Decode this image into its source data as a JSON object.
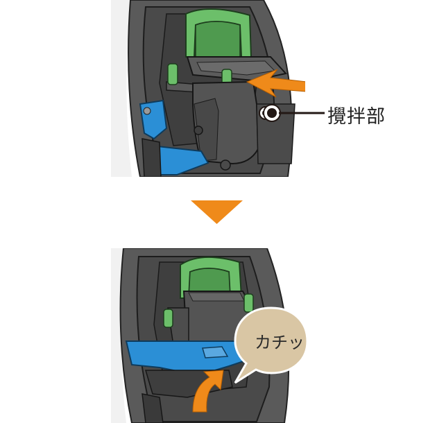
{
  "figure": {
    "callout_label": "攪拌部",
    "sound_effect": "カチッ",
    "colors": {
      "housing": "#4a4a4a",
      "housing_light": "#6b6b6b",
      "handle_green": "#6cbf6a",
      "latch_blue": "#2b8fd6",
      "direction_orange": "#ef8a1a",
      "bubble_fill": "#d9c6a4",
      "marker_dark": "#231815"
    },
    "icons": [
      "push-direction-arrow",
      "step-down-triangle",
      "lift-up-arrow",
      "speech-bubble"
    ]
  }
}
